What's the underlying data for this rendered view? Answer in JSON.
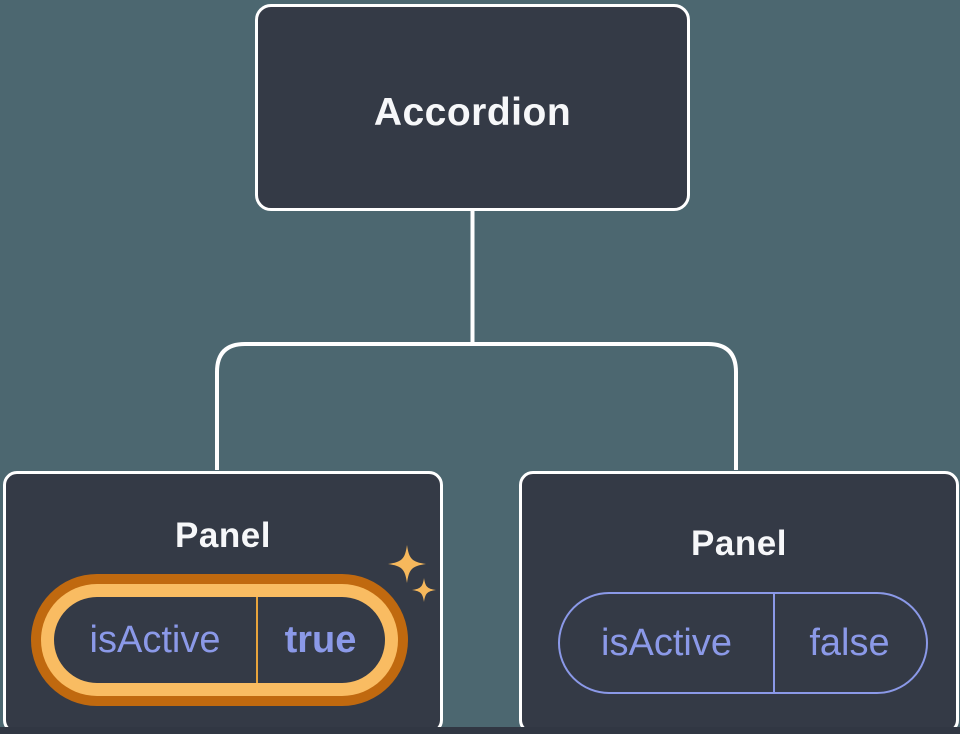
{
  "diagram": {
    "title": "component tree with state",
    "root": {
      "label": "Accordion"
    },
    "panels": [
      {
        "label": "Panel",
        "prop_name": "isActive",
        "prop_value": "true",
        "state": "active",
        "highlighted": true
      },
      {
        "label": "Panel",
        "prop_name": "isActive",
        "prop_value": "false",
        "state": "inactive",
        "highlighted": false
      }
    ]
  },
  "icons": {
    "sparkle_large": "sparkle-icon",
    "sparkle_small": "sparkle-icon"
  },
  "colors": {
    "canvas_background": "#4C6770",
    "node_background": "#343A46",
    "node_border": "#FFFFFF",
    "connector": "#FFFFFF",
    "label_text": "#F6F7F9",
    "prop_text": "#8B99E8",
    "pill_border_inactive": "#8B99E8",
    "highlight_ring_outer": "#C0690F",
    "highlight_ring_inner": "#F9BC62",
    "highlight_divider": "#E8A43C",
    "sparkle": "#F6B85C",
    "bottom_strip": "#313743"
  }
}
